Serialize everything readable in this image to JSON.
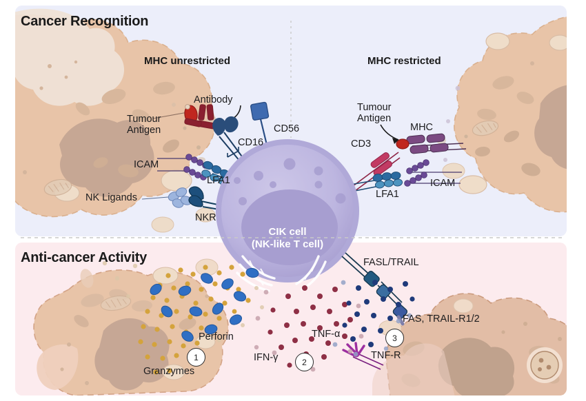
{
  "figure": {
    "panels": [
      {
        "id": "cancer-recognition",
        "title": "Cancer Recognition",
        "background": "#eceefa",
        "subtitles": [
          {
            "id": "mhc-unrestricted",
            "text": "MHC unrestricted"
          },
          {
            "id": "mhc-restricted",
            "text": "MHC restricted"
          }
        ]
      },
      {
        "id": "anti-cancer-activity",
        "title": "Anti-cancer Activity",
        "background": "#fcebee"
      }
    ]
  },
  "center_cell": {
    "name_line1": "CIK cell",
    "name_line2": "(NK-like T cell)",
    "membrane_color": "#b0a9d8",
    "cytoplasm_color": "#bdb6e0",
    "nucleus_color": "#a79ed0"
  },
  "labels": {
    "left_tumour_antigen": "Tumour\nAntigen",
    "antibody": "Antibody",
    "icam_left": "ICAM",
    "nk_ligands": "NK Ligands",
    "cd16": "CD16",
    "cd56": "CD56",
    "lfa1_left": "LFA1",
    "nkr": "NKR",
    "right_tumour_antigen": "Tumour\nAntigen",
    "mhc": "MHC",
    "cd3": "CD3",
    "lfa1_right": "LFA1",
    "icam_right": "ICAM",
    "perforin": "Perforin",
    "granzymes": "Granzymes",
    "ifn_gamma": "IFN-γ",
    "tnf_alpha": "TNF-α",
    "fasl_trail": "FASL/TRAIL",
    "fas_trail_r": "FAS, TRAIL-R1/2",
    "tnf_r": "TNF-R"
  },
  "markers": [
    {
      "id": "marker-1",
      "number": "1"
    },
    {
      "id": "marker-2",
      "number": "2"
    },
    {
      "id": "marker-3",
      "number": "3"
    }
  ],
  "colors": {
    "top_panel_bg": "#eceefa",
    "bottom_panel_bg": "#fcebee",
    "tumour_cell_fill": "#e8c4a8",
    "tumour_cell_fill_light": "#efd9c6",
    "tumour_nucleus": "#c2a492",
    "cik_membrane": "#b0a9d8",
    "cik_nucleus": "#a79ed0",
    "antibody_red": "#8b2030",
    "antigen_red": "#c0271f",
    "cd16_blue": "#2a4d7a",
    "cd56_blue": "#3f6bb0",
    "lfa1_blue": "#2b6aa0",
    "icam_purple": "#6a4a96",
    "cd3_pink": "#c23a63",
    "mhc_purple": "#7b4a82",
    "nkr_blue": "#1d4f7c",
    "granzyme_gold": "#d4a33c",
    "perforin_blue": "#2f6fc4",
    "ifn_red": "#8e2f45",
    "tnf_navy": "#1f3a7a",
    "tnfr_magenta": "#9c2fa0",
    "divider": "#cfcfcf"
  }
}
